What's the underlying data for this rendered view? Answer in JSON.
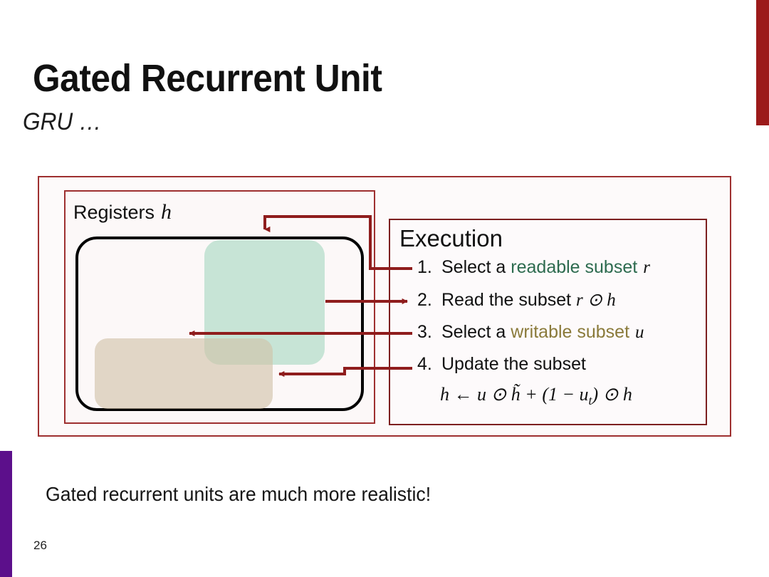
{
  "slide": {
    "title": "Gated Recurrent Unit",
    "subtitle": "GRU …",
    "caption": "Gated recurrent units are much more realistic!",
    "page_number": "26"
  },
  "colors": {
    "accent_red": "#9c1a1a",
    "accent_purple": "#5c0f8b",
    "frame_red": "#9e3030",
    "arrow_red": "#8f1d1d",
    "readable_green": "#2d6b4f",
    "writable_gold": "#8a7a3a",
    "subset_green_fill": "#cfe7dd",
    "subset_beige_fill": "#e3dcd0",
    "register_outline": "#000000"
  },
  "registers": {
    "label": "Registers",
    "label_variable": "h",
    "subsets": [
      {
        "name": "readable-subset",
        "fill": "#cfe7dd"
      },
      {
        "name": "writable-subset",
        "fill": "#e3dcd0"
      }
    ]
  },
  "execution": {
    "title": "Execution",
    "steps": [
      {
        "number": "1.",
        "pre": "Select a ",
        "keyword": "readable subset",
        "keyword_kind": "read",
        "post": "",
        "variable": "r"
      },
      {
        "number": "2.",
        "pre": "Read the subset ",
        "keyword": "",
        "keyword_kind": "none",
        "post": "",
        "variable": "r ⊙ h"
      },
      {
        "number": "3.",
        "pre": "Select a ",
        "keyword": "writable subset",
        "keyword_kind": "write",
        "post": "",
        "variable": "u"
      },
      {
        "number": "4.",
        "pre": "Update the subset",
        "keyword": "",
        "keyword_kind": "none",
        "post": "",
        "variable": ""
      }
    ],
    "formula": "h ← u ⊙ h̃ + (1 − u_t) ⊙ h",
    "formula_parts": {
      "lhs": "h",
      "arrow": "←",
      "term1": "u ⊙ h̃",
      "plus": "+",
      "term2": "(1 − u",
      "sub": "t",
      "term3": ") ⊙ h"
    }
  },
  "connectors": [
    {
      "name": "arrow-step1-to-registers",
      "label": "1"
    },
    {
      "name": "arrow-green-subset-to-step2",
      "label": "2"
    },
    {
      "name": "arrow-step3-to-writable-subset",
      "label": "3"
    },
    {
      "name": "arrow-step4-to-writable-subset",
      "label": "4"
    }
  ]
}
